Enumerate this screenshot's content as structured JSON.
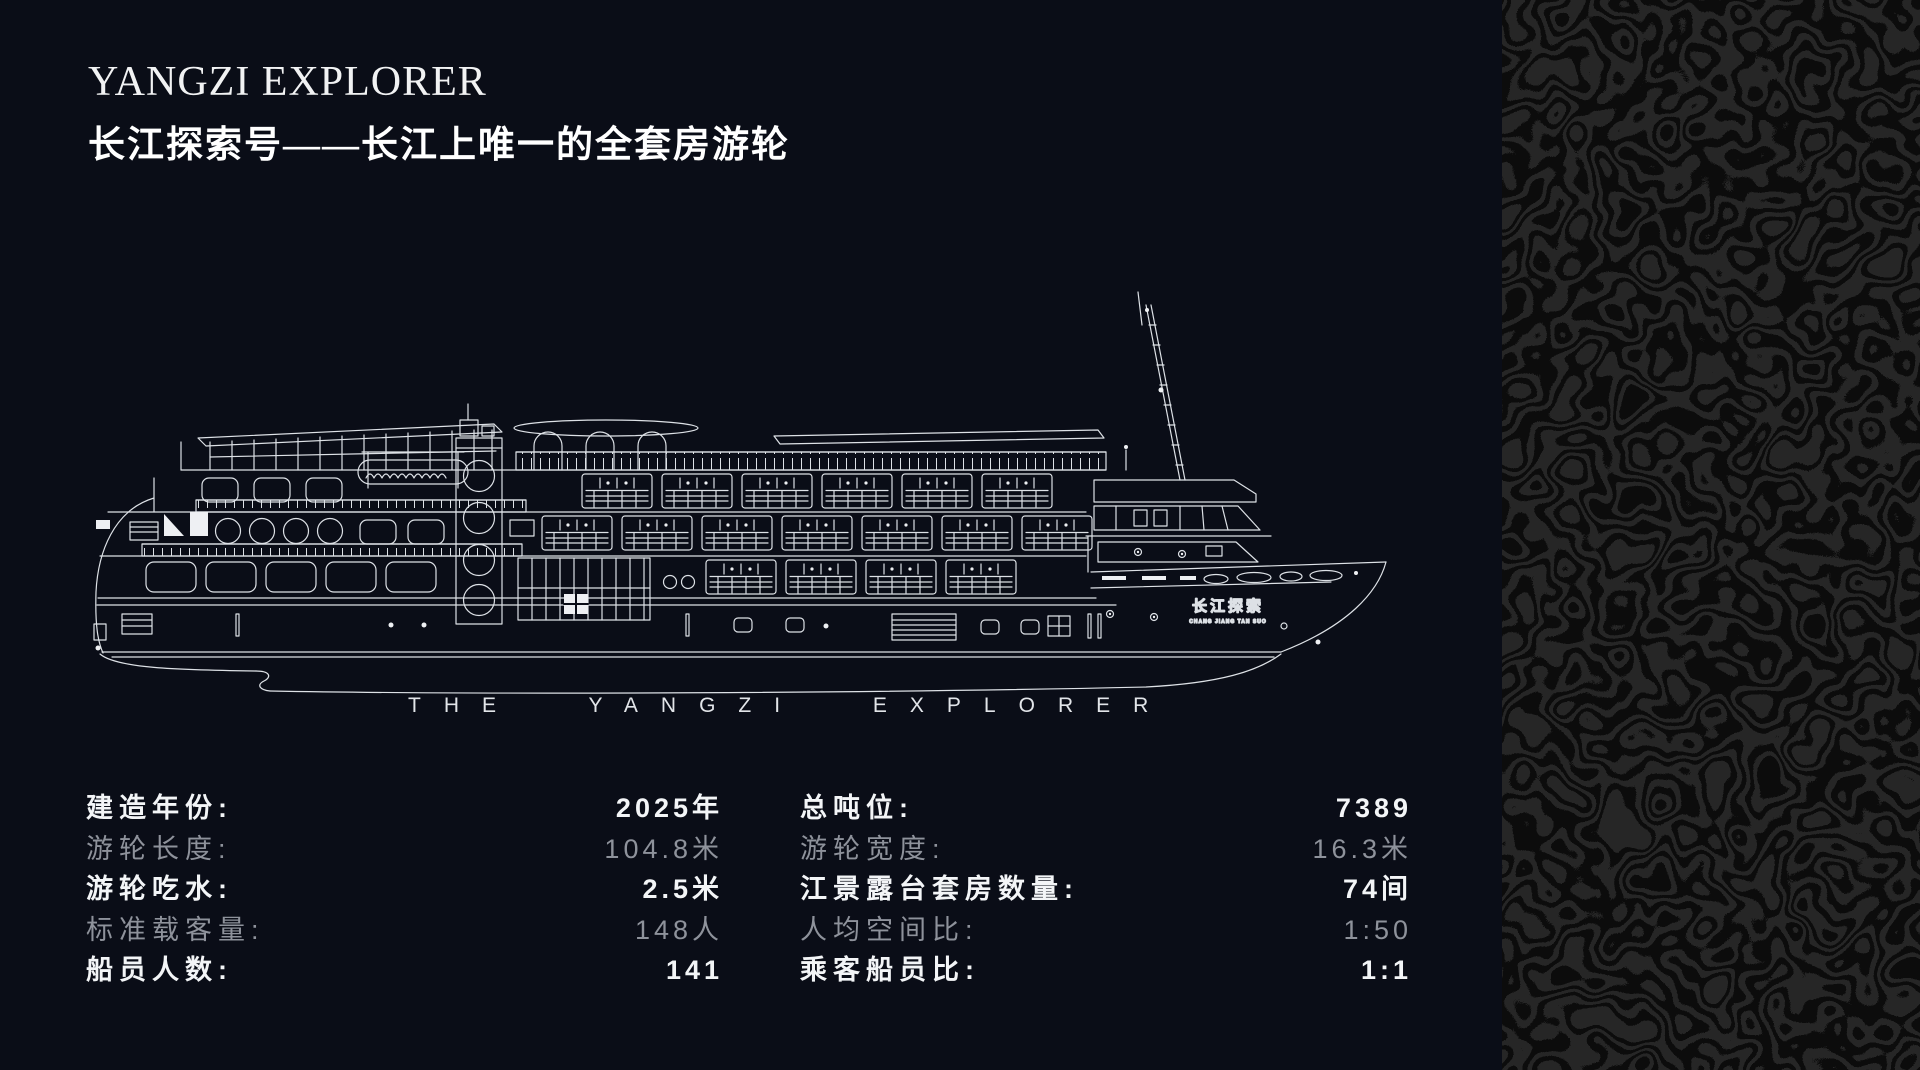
{
  "page": {
    "background": "#0a0d17",
    "line_color": "#dde1e6",
    "strip_base": "#0c0c0c",
    "strip_blob": "#262626"
  },
  "header": {
    "title": "YANGZI EXPLORER",
    "subtitle": "长江探索号——长江上唯一的全套房游轮"
  },
  "ship": {
    "caption": "THE YANGZI EXPLORER",
    "bow_name_cn": "长江探索",
    "bow_name_en": "CHANG JIANG TAN SUO"
  },
  "specs": {
    "left": [
      {
        "label": "建造年份:",
        "value": "2025年"
      },
      {
        "label": "游轮长度:",
        "value": "104.8米"
      },
      {
        "label": "游轮吃水:",
        "value": "2.5米"
      },
      {
        "label": "标准载客量:",
        "value": "148人"
      },
      {
        "label": "船员人数:",
        "value": "141"
      }
    ],
    "right": [
      {
        "label": "总吨位:",
        "value": "7389"
      },
      {
        "label": "游轮宽度:",
        "value": "16.3米"
      },
      {
        "label": "江景露台套房数量:",
        "value": "74间"
      },
      {
        "label": "人均空间比:",
        "value": "1:50"
      },
      {
        "label": "乘客船员比:",
        "value": "1:1"
      }
    ]
  }
}
